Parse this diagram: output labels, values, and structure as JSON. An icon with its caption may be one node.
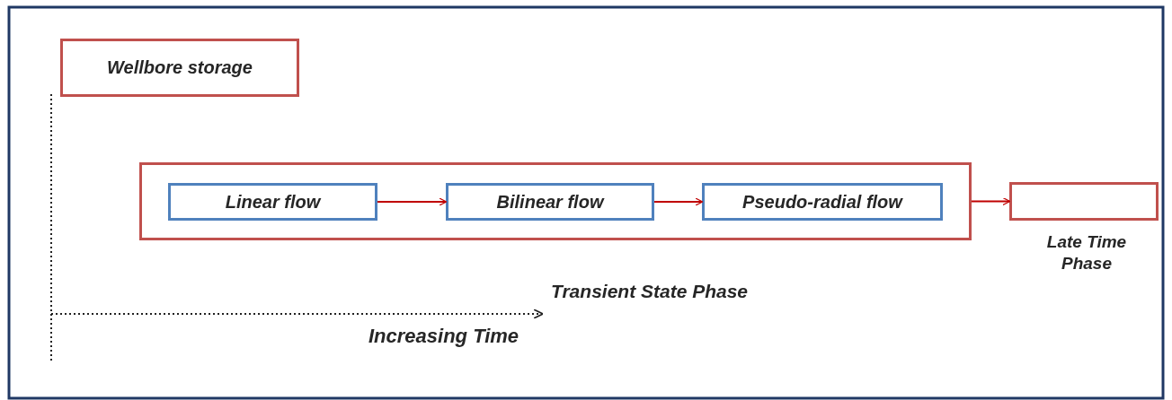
{
  "diagram": {
    "nodes": [
      {
        "text": [
          "Wellbore storage"
        ]
      },
      {
        "text": [
          "Transient State Phase"
        ]
      },
      {
        "text": [
          "Linear flow"
        ],
        "in": 1
      },
      {
        "text": [
          "Bilinear flow"
        ],
        "in": 1
      },
      {
        "text": [
          "Pseudo-radial flow"
        ],
        "in": 1
      },
      {
        "text": [
          "Late Time Phase"
        ]
      }
    ],
    "edges": [
      {
        "from": 2,
        "to": 3,
        "arrow": "to"
      },
      {
        "from": 3,
        "to": 4,
        "arrow": "to"
      },
      {
        "from": 1,
        "to": 5,
        "arrow": "to"
      }
    ],
    "labels": [
      "Increasing Time"
    ]
  }
}
